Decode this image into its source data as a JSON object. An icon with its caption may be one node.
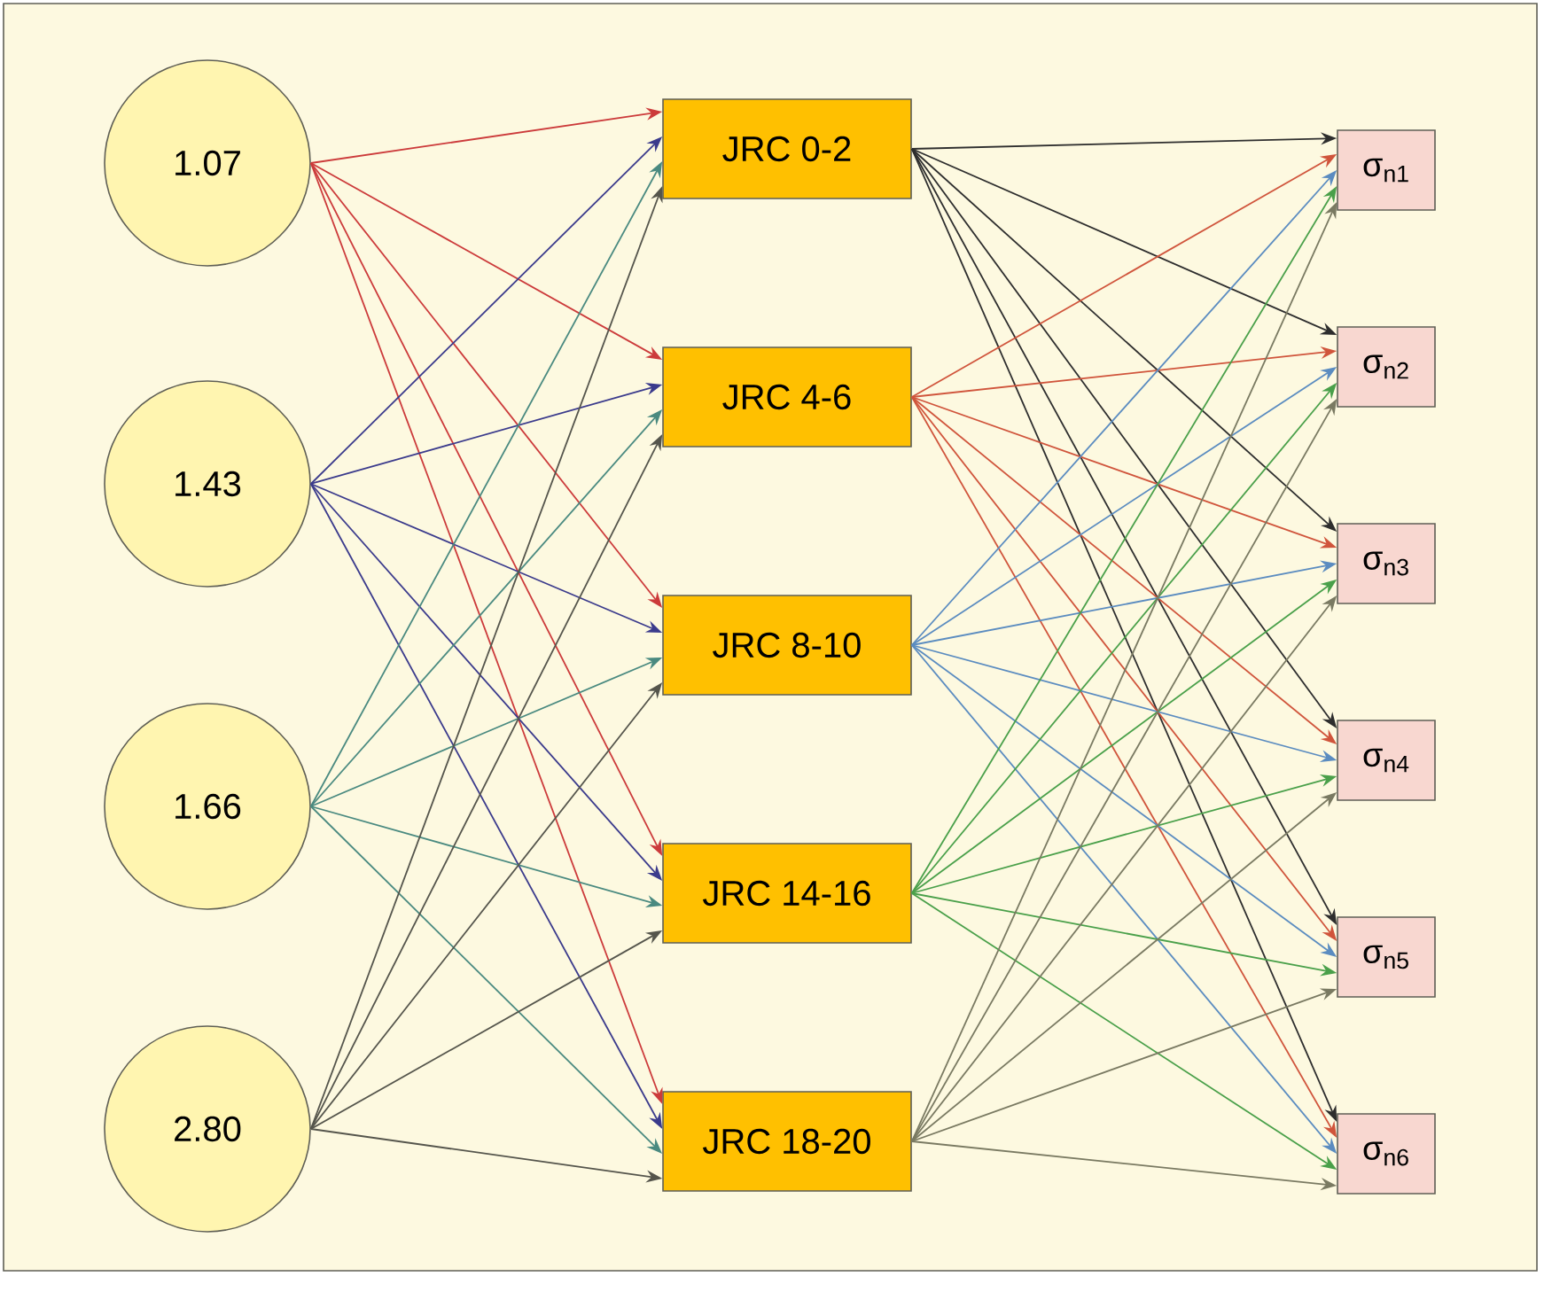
{
  "diagram": {
    "nodes": [
      {
        "text": [
          "1.07"
        ]
      },
      {
        "text": [
          "1.43"
        ]
      },
      {
        "text": [
          "1.66"
        ]
      },
      {
        "text": [
          "2.80"
        ]
      },
      {
        "text": [
          "JRC 0-2"
        ]
      },
      {
        "text": [
          "JRC 4-6"
        ]
      },
      {
        "text": [
          "JRC 8-10"
        ]
      },
      {
        "text": [
          "JRC 14-16"
        ]
      },
      {
        "text": [
          "JRC 18-20"
        ]
      },
      {
        "text": [
          "σ$_{n1}$"
        ]
      },
      {
        "text": [
          "σ$_{n2}$"
        ]
      },
      {
        "text": [
          "σ$_{n3}$"
        ]
      },
      {
        "text": [
          "σ$_{n4}$"
        ]
      },
      {
        "text": [
          "σ$_{n5}$"
        ]
      },
      {
        "text": [
          "σ$_{n6}$"
        ]
      }
    ],
    "edges": [
      {
        "from": 0,
        "to": 4,
        "arrow": "to",
        "color": "#cc3b3b"
      },
      {
        "from": 0,
        "to": 5,
        "arrow": "to",
        "color": "#cc3b3b"
      },
      {
        "from": 0,
        "to": 6,
        "arrow": "to",
        "color": "#cc3b3b"
      },
      {
        "from": 0,
        "to": 7,
        "arrow": "to",
        "color": "#cc3b3b"
      },
      {
        "from": 0,
        "to": 8,
        "arrow": "to",
        "color": "#cc3b3b"
      },
      {
        "from": 1,
        "to": 4,
        "arrow": "to",
        "color": "#3b3b8c"
      },
      {
        "from": 1,
        "to": 5,
        "arrow": "to",
        "color": "#3b3b8c"
      },
      {
        "from": 1,
        "to": 6,
        "arrow": "to",
        "color": "#3b3b8c"
      },
      {
        "from": 1,
        "to": 7,
        "arrow": "to",
        "color": "#3b3b8c"
      },
      {
        "from": 1,
        "to": 8,
        "arrow": "to",
        "color": "#3b3b8c"
      },
      {
        "from": 2,
        "to": 4,
        "arrow": "to",
        "color": "#4a8a80"
      },
      {
        "from": 2,
        "to": 5,
        "arrow": "to",
        "color": "#4a8a80"
      },
      {
        "from": 2,
        "to": 6,
        "arrow": "to",
        "color": "#4a8a80"
      },
      {
        "from": 2,
        "to": 7,
        "arrow": "to",
        "color": "#4a8a80"
      },
      {
        "from": 2,
        "to": 8,
        "arrow": "to",
        "color": "#4a8a80"
      },
      {
        "from": 3,
        "to": 4,
        "arrow": "to",
        "color": "#55554c"
      },
      {
        "from": 3,
        "to": 5,
        "arrow": "to",
        "color": "#55554c"
      },
      {
        "from": 3,
        "to": 6,
        "arrow": "to",
        "color": "#55554c"
      },
      {
        "from": 3,
        "to": 7,
        "arrow": "to",
        "color": "#55554c"
      },
      {
        "from": 3,
        "to": 8,
        "arrow": "to",
        "color": "#55554c"
      },
      {
        "from": 4,
        "to": 9,
        "arrow": "to",
        "color": "#2e2e2e"
      },
      {
        "from": 4,
        "to": 10,
        "arrow": "to",
        "color": "#2e2e2e"
      },
      {
        "from": 4,
        "to": 11,
        "arrow": "to",
        "color": "#2e2e2e"
      },
      {
        "from": 4,
        "to": 12,
        "arrow": "to",
        "color": "#2e2e2e"
      },
      {
        "from": 4,
        "to": 13,
        "arrow": "to",
        "color": "#2e2e2e"
      },
      {
        "from": 4,
        "to": 14,
        "arrow": "to",
        "color": "#2e2e2e"
      },
      {
        "from": 5,
        "to": 9,
        "arrow": "to",
        "color": "#d0553c"
      },
      {
        "from": 5,
        "to": 10,
        "arrow": "to",
        "color": "#d0553c"
      },
      {
        "from": 5,
        "to": 11,
        "arrow": "to",
        "color": "#d0553c"
      },
      {
        "from": 5,
        "to": 12,
        "arrow": "to",
        "color": "#d0553c"
      },
      {
        "from": 5,
        "to": 13,
        "arrow": "to",
        "color": "#d0553c"
      },
      {
        "from": 5,
        "to": 14,
        "arrow": "to",
        "color": "#d0553c"
      },
      {
        "from": 6,
        "to": 9,
        "arrow": "to",
        "color": "#5b8cc0"
      },
      {
        "from": 6,
        "to": 10,
        "arrow": "to",
        "color": "#5b8cc0"
      },
      {
        "from": 6,
        "to": 11,
        "arrow": "to",
        "color": "#5b8cc0"
      },
      {
        "from": 6,
        "to": 12,
        "arrow": "to",
        "color": "#5b8cc0"
      },
      {
        "from": 6,
        "to": 13,
        "arrow": "to",
        "color": "#5b8cc0"
      },
      {
        "from": 6,
        "to": 14,
        "arrow": "to",
        "color": "#5b8cc0"
      },
      {
        "from": 7,
        "to": 9,
        "arrow": "to",
        "color": "#4aa04a"
      },
      {
        "from": 7,
        "to": 10,
        "arrow": "to",
        "color": "#4aa04a"
      },
      {
        "from": 7,
        "to": 11,
        "arrow": "to",
        "color": "#4aa04a"
      },
      {
        "from": 7,
        "to": 12,
        "arrow": "to",
        "color": "#4aa04a"
      },
      {
        "from": 7,
        "to": 13,
        "arrow": "to",
        "color": "#4aa04a"
      },
      {
        "from": 7,
        "to": 14,
        "arrow": "to",
        "color": "#4aa04a"
      },
      {
        "from": 8,
        "to": 9,
        "arrow": "to",
        "color": "#7a7a62"
      },
      {
        "from": 8,
        "to": 10,
        "arrow": "to",
        "color": "#7a7a62"
      },
      {
        "from": 8,
        "to": 11,
        "arrow": "to",
        "color": "#7a7a62"
      },
      {
        "from": 8,
        "to": 12,
        "arrow": "to",
        "color": "#7a7a62"
      },
      {
        "from": 8,
        "to": 13,
        "arrow": "to",
        "color": "#7a7a62"
      },
      {
        "from": 8,
        "to": 14,
        "arrow": "to",
        "color": "#7a7a62"
      }
    ]
  }
}
